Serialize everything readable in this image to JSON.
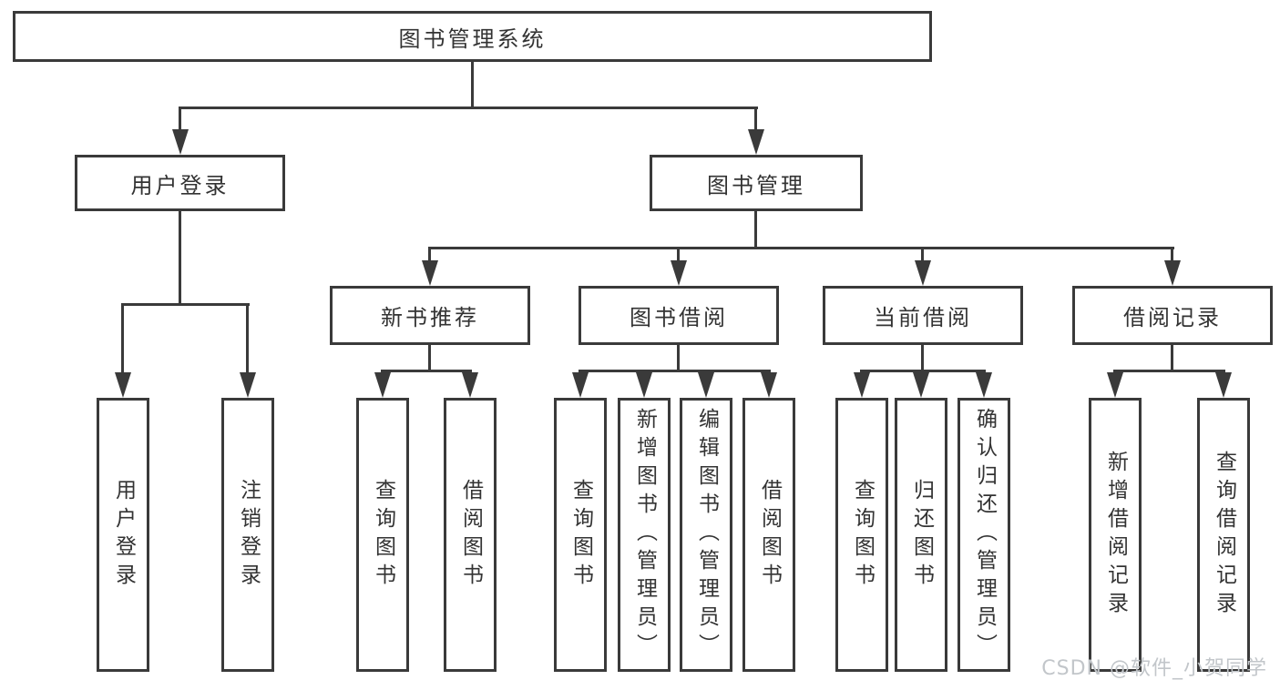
{
  "diagram": {
    "type": "hierarchy-tree",
    "nodes": {
      "root": {
        "label": "图书管理系统"
      },
      "level2": [
        {
          "label": "用户登录",
          "parent": "图书管理系统"
        },
        {
          "label": "图书管理",
          "parent": "图书管理系统"
        }
      ],
      "level3": [
        {
          "label": "新书推荐",
          "parent": "图书管理"
        },
        {
          "label": "图书借阅",
          "parent": "图书管理"
        },
        {
          "label": "当前借阅",
          "parent": "图书管理"
        },
        {
          "label": "借阅记录",
          "parent": "图书管理"
        }
      ],
      "leaves": [
        {
          "label": "用户登录",
          "parent": "用户登录"
        },
        {
          "label": "注销登录",
          "parent": "用户登录"
        },
        {
          "label": "查询图书",
          "parent": "新书推荐"
        },
        {
          "label": "借阅图书",
          "parent": "新书推荐"
        },
        {
          "label": "查询图书",
          "parent": "图书借阅"
        },
        {
          "label": "新增图书（管理员）",
          "parent": "图书借阅"
        },
        {
          "label": "编辑图书（管理员）",
          "parent": "图书借阅"
        },
        {
          "label": "借阅图书",
          "parent": "图书借阅"
        },
        {
          "label": "查询图书",
          "parent": "当前借阅"
        },
        {
          "label": "归还图书",
          "parent": "当前借阅"
        },
        {
          "label": "确认归还（管理员）",
          "parent": "当前借阅"
        },
        {
          "label": "新增借阅记录",
          "parent": "借阅记录"
        },
        {
          "label": "查询借阅记录",
          "parent": "借阅记录"
        }
      ]
    }
  },
  "watermark": "CSDN @软件_小贺同学",
  "colors": {
    "line": "#3a3a3a",
    "text": "#333333",
    "watermark": "#c2c6ca",
    "background": "#ffffff"
  }
}
